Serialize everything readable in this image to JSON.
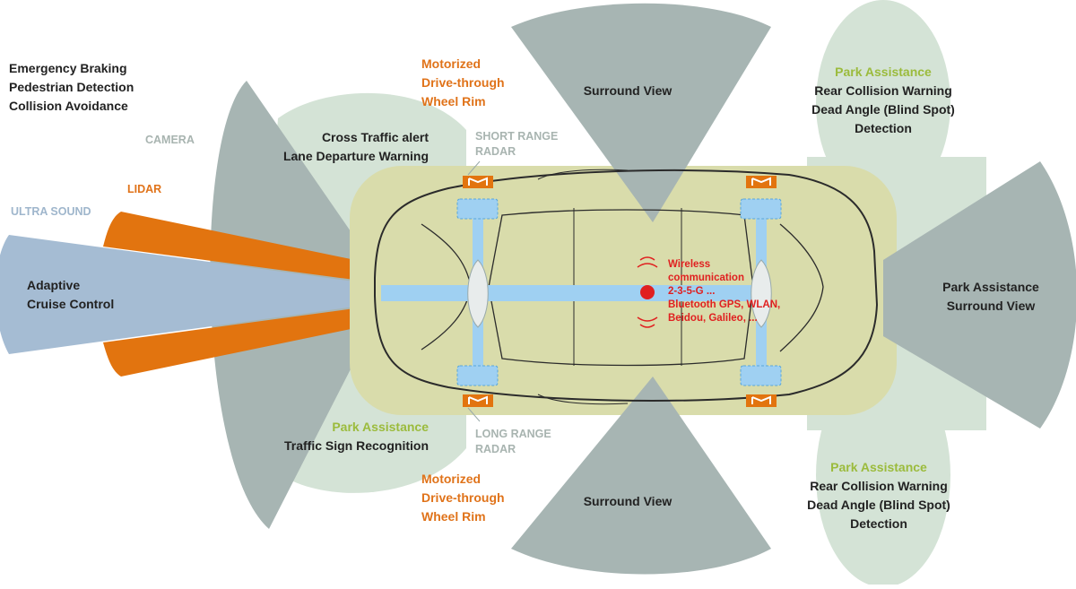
{
  "colors": {
    "zone_fill": "#d4e3d6",
    "sensor_gray": "#a7b5b3",
    "lidar_orange": "#e2740f",
    "ultrasound_blue": "#a5bcd3",
    "car_pad": "#d9dcab",
    "bus_blue": "#9fd0f2",
    "label_orange": "#e0731a",
    "label_green": "#9bbb3c",
    "label_red": "#e02020"
  },
  "labels": {
    "front_functions": [
      "Emergency Braking",
      "Pedestrian Detection",
      "Collision Avoidance"
    ],
    "camera": "CAMERA",
    "lidar": "LIDAR",
    "ultra_sound": "ULTRA SOUND",
    "adaptive_cruise": [
      "Adaptive",
      "Cruise Control"
    ],
    "cross_traffic": [
      "Cross Traffic alert",
      "Lane Departure Warning"
    ],
    "motorized_top": [
      "Motorized",
      "Drive-through",
      "Wheel Rim"
    ],
    "short_range_radar": [
      "SHORT RANGE",
      "RADAR"
    ],
    "surround_top": "Surround View",
    "rear_top": {
      "title": "Park Assistance",
      "lines": [
        "Rear Collision Warning",
        "Dead Angle (Blind Spot)",
        "Detection"
      ]
    },
    "rear_right": [
      "Park Assistance",
      "Surround View"
    ],
    "wireless": [
      "Wireless",
      "communication",
      "2-3-5-G ...",
      "Bluetooth GPS, WLAN,",
      "Beidou, Galileo, ..."
    ],
    "park_left_bottom": {
      "title": "Park Assistance",
      "line": "Traffic Sign Recognition"
    },
    "long_range_radar": [
      "LONG RANGE",
      "RADAR"
    ],
    "motorized_bottom": [
      "Motorized",
      "Drive-through",
      "Wheel Rim"
    ],
    "surround_bottom": "Surround View",
    "rear_bottom": {
      "title": "Park Assistance",
      "lines": [
        "Rear Collision Warning",
        "Dead Angle (Blind Spot)",
        "Detection"
      ]
    }
  },
  "icons": [
    "wheel-motor-icon",
    "wireless-antenna-icon",
    "radar-wave-icon"
  ]
}
